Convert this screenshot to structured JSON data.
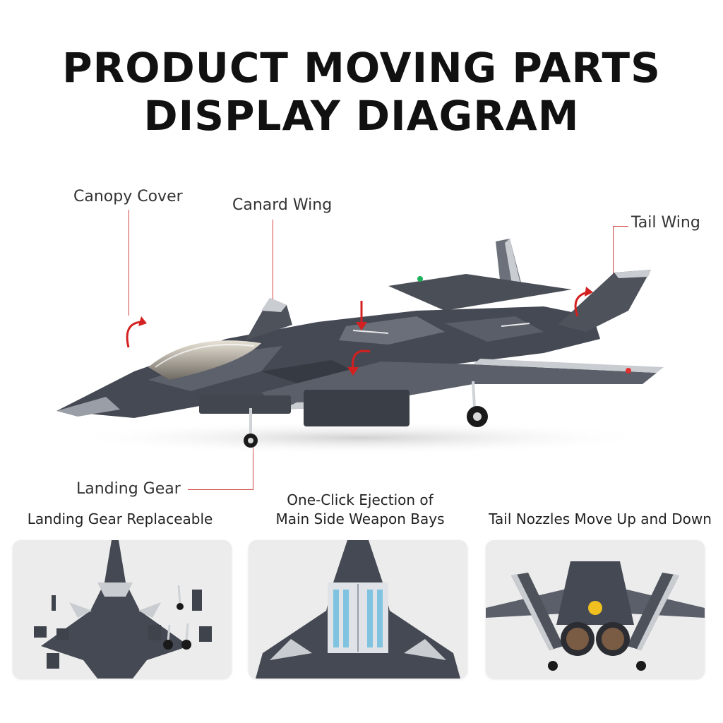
{
  "title": {
    "line1": "PRODUCT MOVING PARTS",
    "line2": "DISPLAY DIAGRAM"
  },
  "callouts": {
    "canopy": "Canopy Cover",
    "canard": "Canard Wing",
    "tail": "Tail Wing",
    "gear": "Landing Gear"
  },
  "features": [
    {
      "line1": "Landing Gear Replaceable",
      "line2": ""
    },
    {
      "line1": "One-Click Ejection of",
      "line2": "Main Side Weapon Bays"
    },
    {
      "line1": "Tail Nozzles Move Up and Down",
      "line2": ""
    }
  ],
  "colors": {
    "accent_red": "#d32020",
    "leader_line": "#d04545",
    "camo_dark": "#3f434c",
    "camo_mid": "#5a5f69",
    "camo_light": "#c9ccd0"
  },
  "icons": [
    "rotate-arrow-icon",
    "down-arrow-icon"
  ]
}
